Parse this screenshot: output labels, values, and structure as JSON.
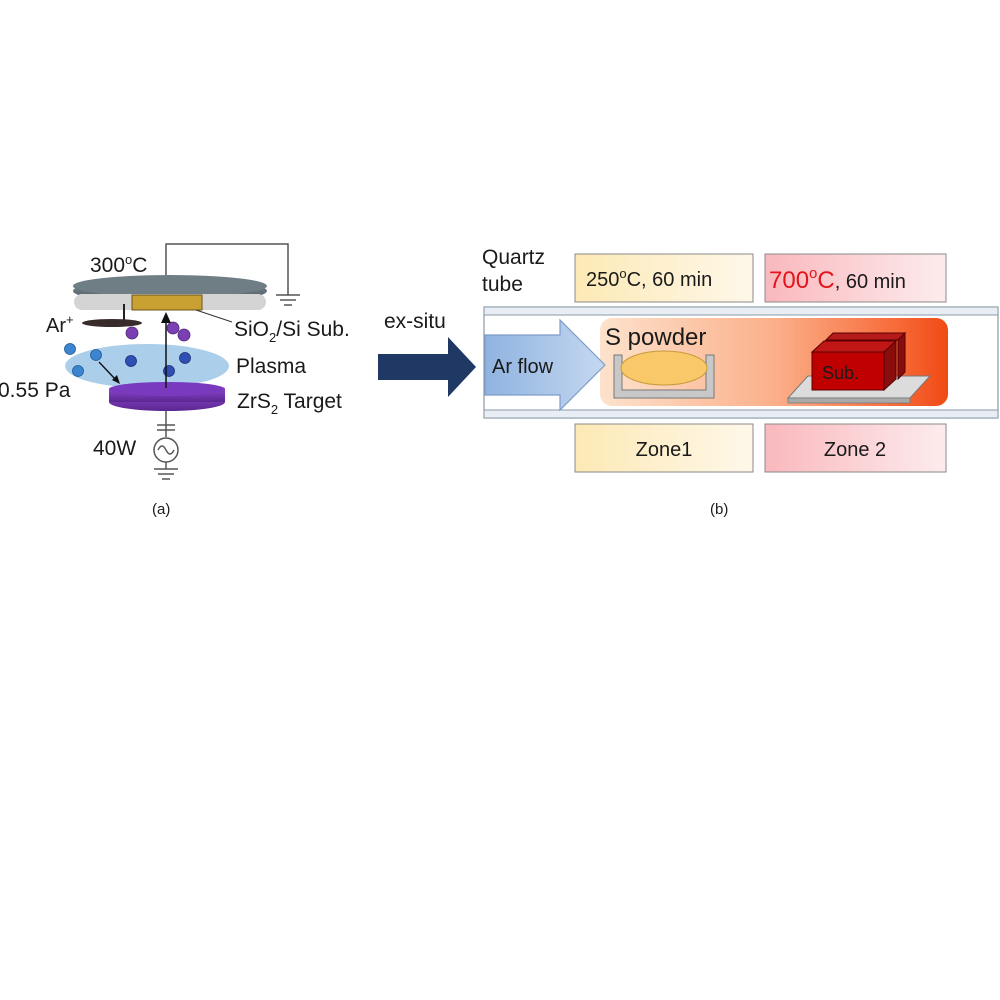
{
  "panel_a": {
    "temperature": "300",
    "temp_sup": "o",
    "temp_unit": "C",
    "ar_ion": "Ar",
    "ar_ion_sup": "+",
    "substrate_pre": "SiO",
    "substrate_sub": "2",
    "substrate_post": "/Si Sub.",
    "plasma": "Plasma",
    "pressure": "0.55 Pa",
    "target_pre": "ZrS",
    "target_sub": "2",
    "target_post": " Target",
    "power": "40W",
    "label": "(a)"
  },
  "transition": {
    "label": "ex-situ"
  },
  "panel_b": {
    "quartz_line1": "Quartz",
    "quartz_line2": "tube",
    "zone1_temp_value": "250",
    "zone1_temp_sup": "o",
    "zone1_temp_rest": "C, 60 min",
    "zone2_temp_value": "700",
    "zone2_temp_sup": "o",
    "zone2_temp_unit": "C",
    "zone2_temp_rest": ", 60 min",
    "ar_flow": "Ar flow",
    "s_powder": "S powder",
    "substrate": "Sub.",
    "zone1": "Zone1",
    "zone2": "Zone 2",
    "label": "(b)"
  },
  "colors": {
    "zone1_fill": "#fdf0cc",
    "zone2_fill": "#fbd3d6",
    "hot_red": "#e3141b",
    "arrow_navy": "#1f3864",
    "plasma_blue": "#a9cde9",
    "target_purple": "#6a2fa0",
    "substrate_red": "#c00000"
  }
}
